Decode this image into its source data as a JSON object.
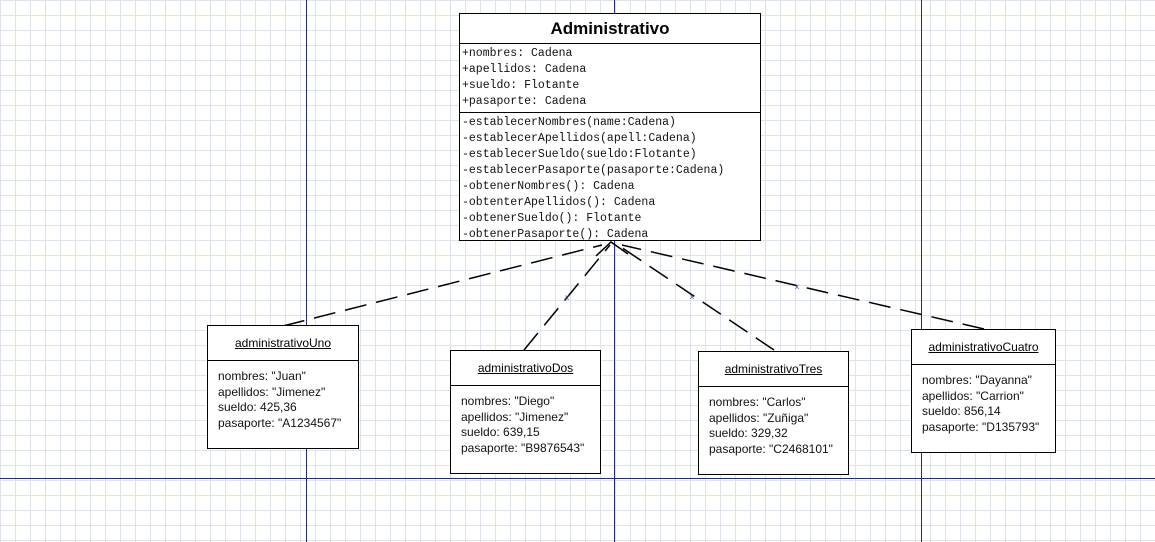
{
  "class": {
    "name": "Administrativo",
    "attributes": [
      "+nombres: Cadena",
      "+apellidos: Cadena",
      "+sueldo: Flotante",
      "+pasaporte: Cadena"
    ],
    "operations": [
      "-establecerNombres(name:Cadena)",
      "-establecerApellidos(apell:Cadena)",
      "-establecerSueldo(sueldo:Flotante)",
      "-establecerPasaporte(pasaporte:Cadena)",
      "-obtenerNombres(): Cadena",
      "-obtenterApellidos(): Cadena",
      "-obtenerSueldo(): Flotante",
      "-obtenerPasaporte(): Cadena"
    ]
  },
  "objects": [
    {
      "name": "administrativoUno",
      "lines": [
        "nombres: \"Juan\"",
        "apellidos: \"Jimenez\"",
        "sueldo: 425,36",
        "pasaporte: \"A1234567\""
      ]
    },
    {
      "name": "administrativoDos",
      "lines": [
        "nombres: \"Diego\"",
        "apellidos: \"Jimenez\"",
        "sueldo: 639,15",
        "pasaporte: \"B9876543\""
      ]
    },
    {
      "name": "administrativoTres",
      "lines": [
        "nombres: \"Carlos\"",
        "apellidos: \"Zuñiga\"",
        "sueldo: 329,32",
        "pasaporte: \"C2468101\""
      ]
    },
    {
      "name": "administrativoCuatro",
      "lines": [
        "nombres: \"Dayanna\"",
        "apellidos: \"Carrion\"",
        "sueldo: 856,14",
        "pasaporte: \"D135793\""
      ]
    }
  ],
  "links": [
    {
      "from": "administrativoUno",
      "to": "Administrativo",
      "style": "dashed"
    },
    {
      "from": "administrativoDos",
      "to": "Administrativo",
      "style": "dashed"
    },
    {
      "from": "administrativoTres",
      "to": "Administrativo",
      "style": "dashed"
    },
    {
      "from": "administrativoCuatro",
      "to": "Administrativo",
      "style": "dashed"
    }
  ],
  "colors": {
    "guide_line": "#1f2a8a",
    "grid": "#dde3ea",
    "border": "#000000"
  }
}
